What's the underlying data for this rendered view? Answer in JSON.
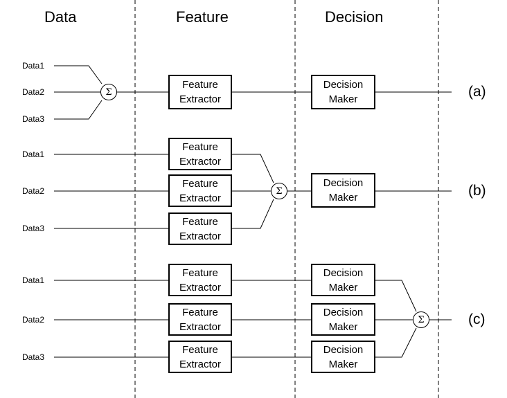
{
  "headers": {
    "data": "Data",
    "feature": "Feature",
    "decision": "Decision"
  },
  "blocks": {
    "feature_extractor": [
      "Feature",
      "Extractor"
    ],
    "decision_maker": [
      "Decision",
      "Maker"
    ]
  },
  "fusion_symbol": "Σ",
  "rows": [
    {
      "label": "(a)",
      "inputs": [
        "Data1",
        "Data2",
        "Data3"
      ]
    },
    {
      "label": "(b)",
      "inputs": [
        "Data1",
        "Data2",
        "Data3"
      ]
    },
    {
      "label": "(c)",
      "inputs": [
        "Data1",
        "Data2",
        "Data3"
      ]
    }
  ]
}
